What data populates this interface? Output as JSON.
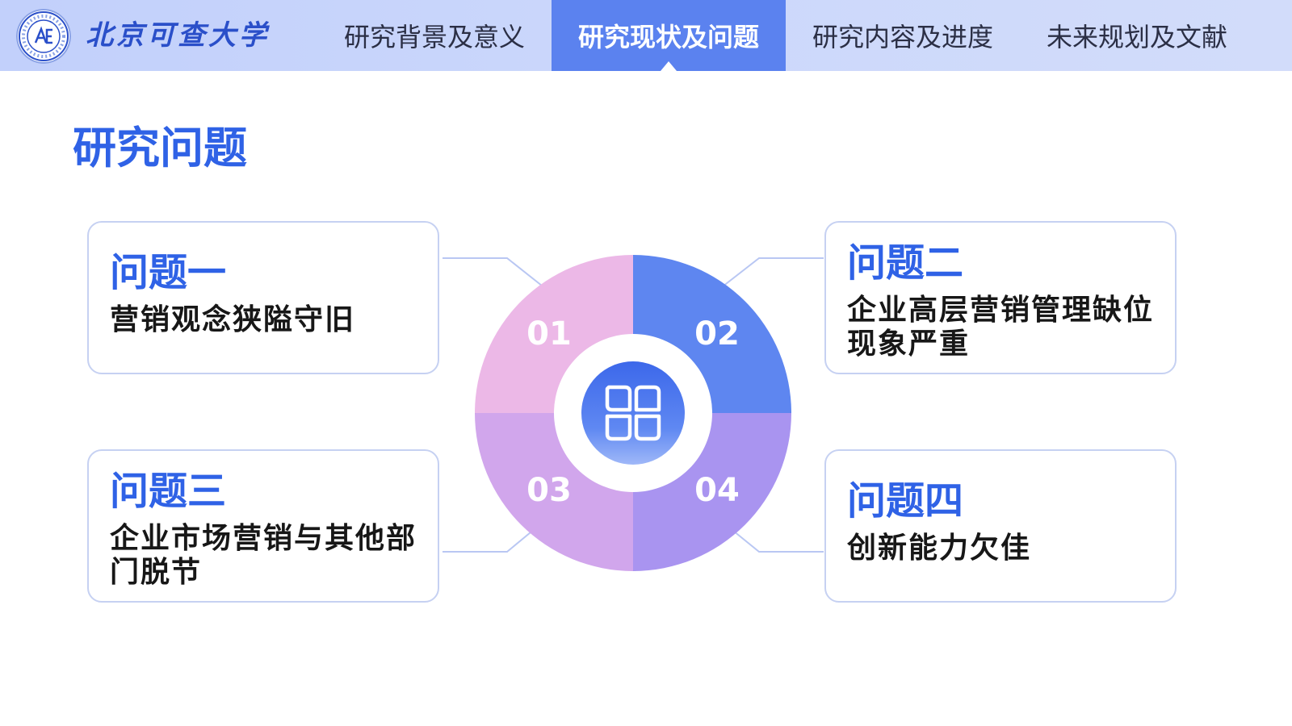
{
  "header": {
    "brand": "北京可查大学",
    "tabs": [
      {
        "label": "研究背景及意义",
        "active": false
      },
      {
        "label": "研究现状及问题",
        "active": true
      },
      {
        "label": "研究内容及进度",
        "active": false
      },
      {
        "label": "未来规划及文献",
        "active": false
      }
    ]
  },
  "page": {
    "title": "研究问题"
  },
  "problems": [
    {
      "number": "01",
      "title": "问题一",
      "description": "营销观念狭隘守旧"
    },
    {
      "number": "02",
      "title": "问题二",
      "description": "企业高层营销管理缺位现象严重"
    },
    {
      "number": "03",
      "title": "问题三",
      "description": "企业市场营销与其他部门脱节"
    },
    {
      "number": "04",
      "title": "问题四",
      "description": "创新能力欠佳"
    }
  ],
  "colors": {
    "accent": "#2f62e6",
    "nav_active": "#5b82ef",
    "segment_1": "#ecb8e7",
    "segment_2": "#5e86f0",
    "segment_3": "#d1a6ec",
    "segment_4": "#a994f0"
  },
  "icons": {
    "logo": "university-seal",
    "hub": "four-squares-icon"
  }
}
